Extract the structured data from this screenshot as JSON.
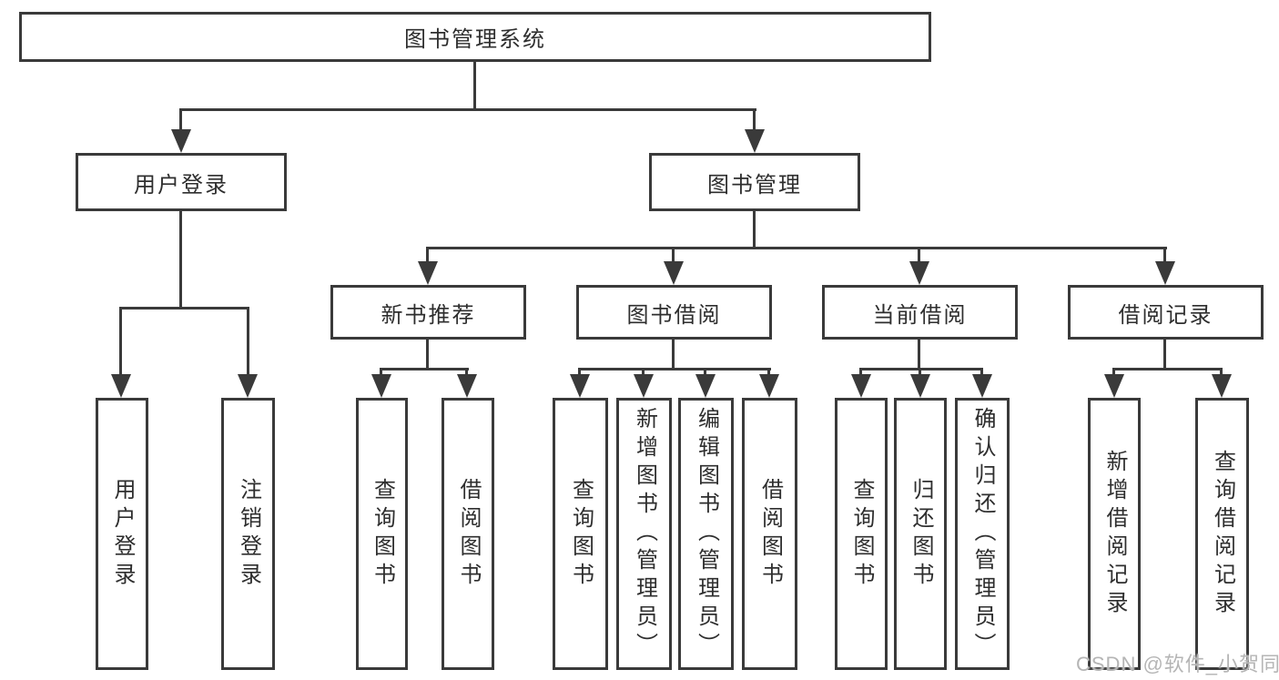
{
  "diagram": {
    "type": "tree",
    "root": {
      "label": "图书管理系统",
      "children": [
        {
          "label": "用户登录",
          "children": [
            {
              "label": "用户登录"
            },
            {
              "label": "注销登录"
            }
          ]
        },
        {
          "label": "图书管理",
          "children": [
            {
              "label": "新书推荐",
              "children": [
                {
                  "label": "查询图书"
                },
                {
                  "label": "借阅图书"
                }
              ]
            },
            {
              "label": "图书借阅",
              "children": [
                {
                  "label": "查询图书"
                },
                {
                  "label": "新增图书（管理员）"
                },
                {
                  "label": "编辑图书（管理员）"
                },
                {
                  "label": "借阅图书"
                }
              ]
            },
            {
              "label": "当前借阅",
              "children": [
                {
                  "label": "查询图书"
                },
                {
                  "label": "归还图书"
                },
                {
                  "label": "确认归还（管理员）"
                }
              ]
            },
            {
              "label": "借阅记录",
              "children": [
                {
                  "label": "新增借阅记录"
                },
                {
                  "label": "查询借阅记录"
                }
              ]
            }
          ]
        }
      ]
    }
  },
  "watermark": {
    "text": "CSDN @软件_小贺同学"
  },
  "colors": {
    "line": "#3a3a3a",
    "text": "#2e2e2e",
    "watermark": "#b5b5b5",
    "background": "#ffffff"
  }
}
